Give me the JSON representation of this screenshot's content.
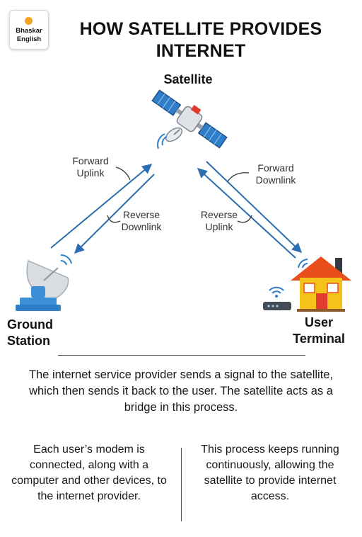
{
  "logo": {
    "line1": "Bhaskar",
    "line2": "English"
  },
  "title": "HOW SATELLITE PROVIDES INTERNET",
  "nodes": {
    "satellite": "Satellite",
    "ground_station": "Ground Station",
    "user_terminal": "User Terminal"
  },
  "links": {
    "forward_uplink": "Forward Uplink",
    "reverse_downlink": "Reverse Downlink",
    "forward_downlink": "Forward Downlink",
    "reverse_uplink": "Reverse Uplink"
  },
  "description": {
    "main": "The internet service provider sends a signal to the satellite, which then sends it back to the user. The satellite acts as a bridge in this process.",
    "left": "Each user’s modem is connected, along with a computer and other devices, to the internet provider.",
    "right": "This process keeps running continuously, allowing the satellite to provide internet access."
  },
  "colors": {
    "arrow": "#2a6db0",
    "satellite_panel": "#2f7ec9",
    "house_wall": "#f5c21a",
    "house_roof": "#e94e1b",
    "door": "#e23a2e",
    "antenna": "#3a8fd6"
  }
}
